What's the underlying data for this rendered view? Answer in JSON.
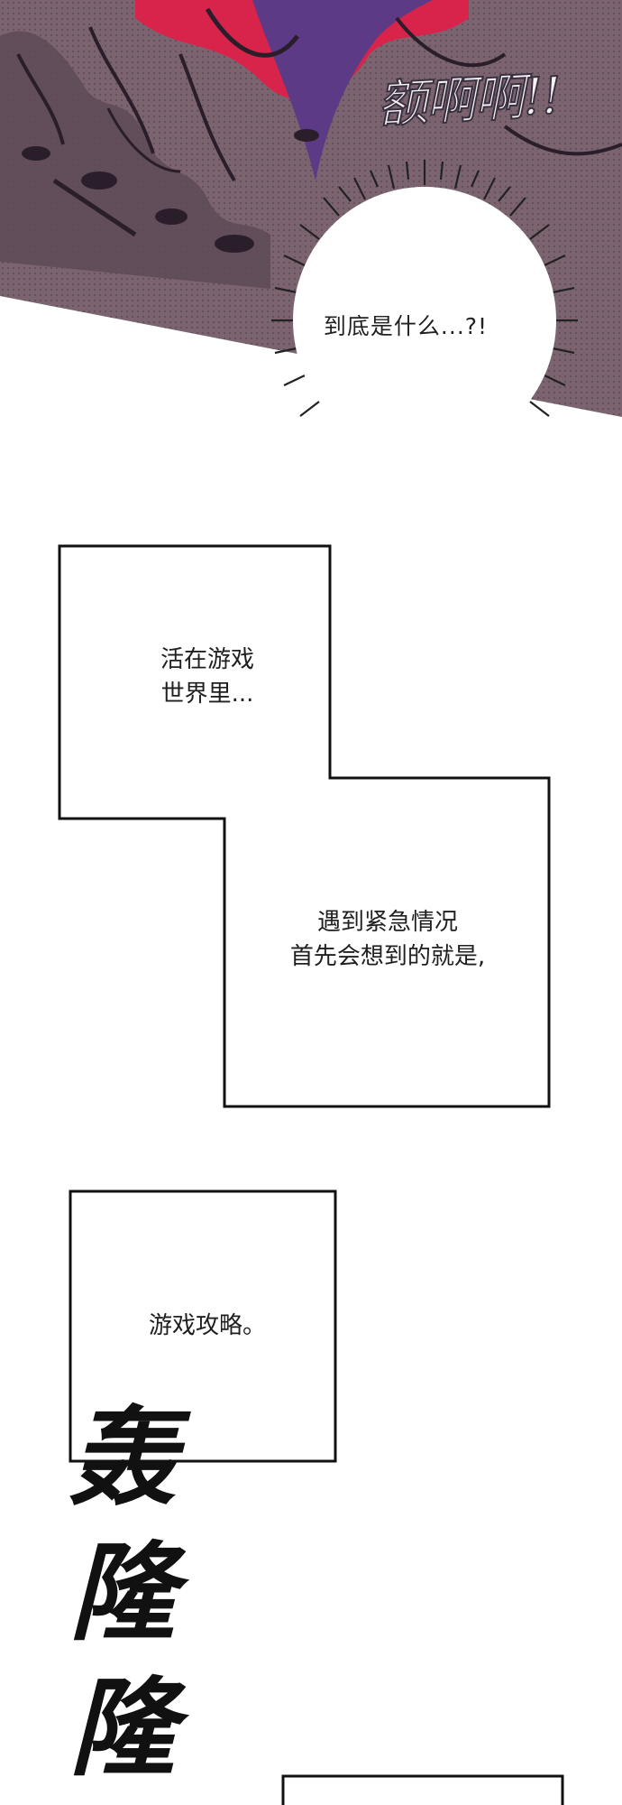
{
  "speech_bubble": {
    "text": "到底是什么...?!"
  },
  "sfx_top": {
    "text": "额啊啊!!"
  },
  "caption_1": {
    "text": "活在游戏\n世界里..."
  },
  "caption_2": {
    "text": "遇到紧急情况\n首先会想到的就是,"
  },
  "caption_3": {
    "text": "游戏攻略。"
  },
  "sfx_bottom": {
    "chars": [
      "轰",
      "隆",
      "隆"
    ]
  },
  "colors": {
    "art_background": "#7b6470",
    "art_dark": "#3c2a3f",
    "art_red": "#d8244a",
    "art_purple": "#5c3a86",
    "ink": "#111111"
  }
}
